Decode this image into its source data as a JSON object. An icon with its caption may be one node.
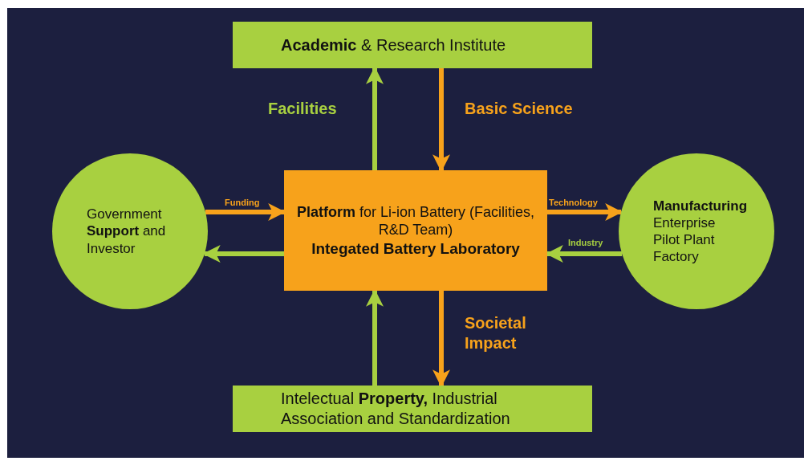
{
  "diagram": {
    "nodes": [
      {
        "text": [
          "**Academic** & Research Institute"
        ]
      },
      {
        "text": [
          "Government **Support** and Investor"
        ]
      },
      {
        "text": [
          "**Platform** for Li-ion Battery (Facilities, R&D Team)",
          "Integated Battery Laboratory"
        ]
      },
      {
        "text": [
          "**Manufacturing** Enterprise Pilot Plant Factory"
        ]
      },
      {
        "text": [
          "Intelectual **Property,** Industrial Association and Standardization"
        ]
      }
    ],
    "edges": [
      {
        "from": 2,
        "to": 0,
        "arrow": "to",
        "label": "Facilities",
        "color": "#a8d040"
      },
      {
        "from": 0,
        "to": 2,
        "arrow": "to",
        "label": "Basic Science",
        "color": "#f7a21b"
      },
      {
        "from": 1,
        "to": 2,
        "arrow": "to",
        "label": "Funding",
        "color": "#f7a21b"
      },
      {
        "from": 2,
        "to": 1,
        "arrow": "to",
        "color": "#a8d040"
      },
      {
        "from": 2,
        "to": 3,
        "arrow": "to",
        "label": "Technology",
        "color": "#f7a21b"
      },
      {
        "from": 3,
        "to": 2,
        "arrow": "to",
        "label": "Industry",
        "color": "#a8d040"
      },
      {
        "from": 4,
        "to": 2,
        "arrow": "to",
        "color": "#a8d040"
      },
      {
        "from": 2,
        "to": 4,
        "arrow": "to",
        "label": "Societal Impact",
        "color": "#f7a21b"
      }
    ]
  }
}
